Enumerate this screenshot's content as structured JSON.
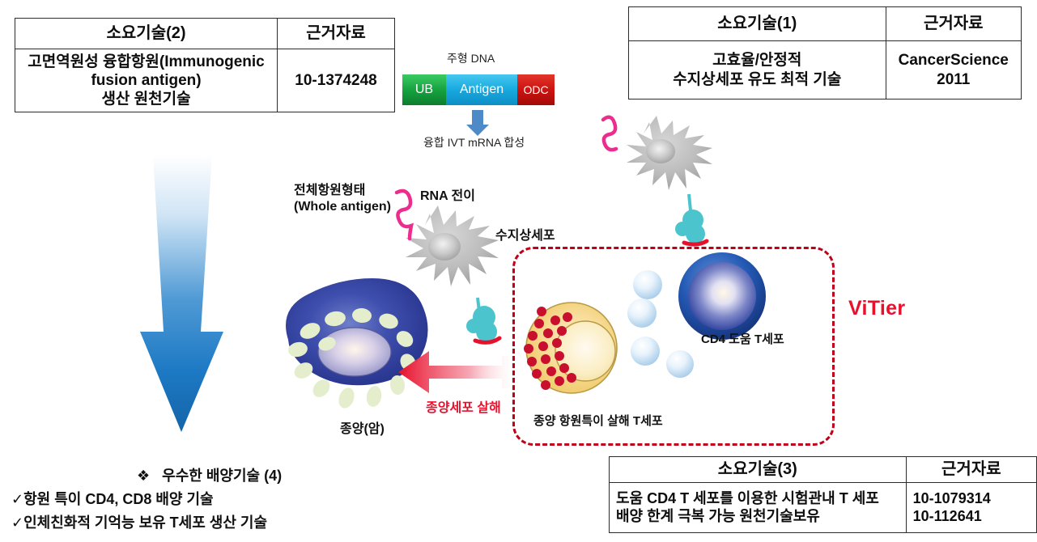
{
  "tables": {
    "top_left": {
      "headers": [
        "소요기술(2)",
        "근거자료"
      ],
      "row": [
        "고면역원성 융합항원(Immunogenic\nfusion antigen)\n생산 원천기술",
        "10-1374248"
      ]
    },
    "top_right": {
      "headers": [
        "소요기술(1)",
        "근거자료"
      ],
      "row": [
        "고효율/안정적\n수지상세포 유도 최적 기술",
        "CancerScience\n2011"
      ]
    },
    "bottom_right": {
      "headers": [
        "소요기술(3)",
        "근거자료"
      ],
      "row": [
        "도움 CD4 T 세포를 이용한  시험관내 T 세포\n배양 한계 극복 가능 원천기술보유",
        "10-1079314\n10-112641"
      ]
    }
  },
  "construct": {
    "title": "주형 DNA",
    "segments": [
      {
        "label": "UB",
        "color": "#16a33f"
      },
      {
        "label": "Antigen",
        "color": "#18a9df"
      },
      {
        "label": "ODC",
        "color": "#cc1410"
      }
    ],
    "output_label": "융합 IVT mRNA 합성"
  },
  "labels": {
    "whole_antigen": "전체항원형태\n(Whole antigen)",
    "rna_transfer": "RNA 전이",
    "dendritic_cell": "수지상세포",
    "cd4_helper_t": "CD4 도움 T세포",
    "killer_t": "종양 항원특이 살해 T세포",
    "tumor": "종양(암)",
    "tumor_kill": "종양세포 살해",
    "vitier": "ViTier"
  },
  "culture_block": {
    "title_bullet": "❖",
    "title": "우수한 배양기술 (4)",
    "items": [
      "✓항원 특이 CD4, CD8 배양 기술",
      "✓인체친화적 기억능 보유 T세포 생산 기술"
    ]
  },
  "colors": {
    "accent_red": "#e8112d",
    "vitier_box": "#c00018",
    "arrow_blue": "#1e7ec8",
    "dc_gray": "#9d9d9d",
    "cd4_blue": "#1a4fa0",
    "killer_yellow": "#f5d47a",
    "granule_red": "#c8102e",
    "tumor_blue": "#2d3f9e",
    "rna_pink": "#ec2d8e",
    "mhc_teal": "#4cc4ce"
  }
}
